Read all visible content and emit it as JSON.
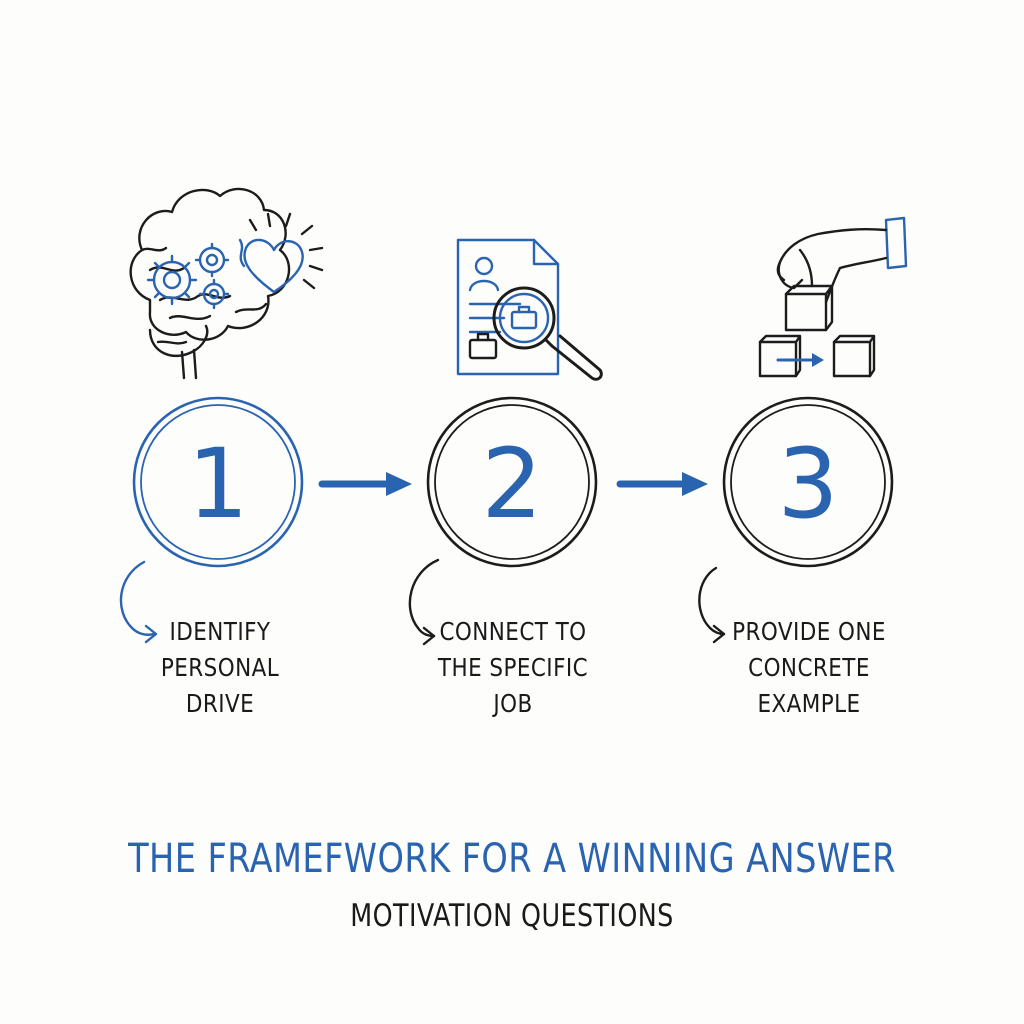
{
  "steps": [
    {
      "number": "1",
      "label_lines": [
        "IDENTIFY",
        "PERSONAL",
        "DRIVE"
      ],
      "icon": "brain-gears-heart-icon"
    },
    {
      "number": "2",
      "label_lines": [
        "CONNECT TO",
        "THE SPECIFIC",
        "JOB"
      ],
      "icon": "resume-magnifier-icon"
    },
    {
      "number": "3",
      "label_lines": [
        "PROVIDE ONE",
        "CONCRETE",
        "EXAMPLE"
      ],
      "icon": "hand-placing-blocks-icon"
    }
  ],
  "title": "THE FRAMEFWORK FOR A WINNING ANSWER",
  "subtitle": "MOTIVATION QUESTIONS",
  "colors": {
    "accent": "#2a64b0",
    "ink": "#1c1c1c",
    "background": "#fdfdfc"
  }
}
